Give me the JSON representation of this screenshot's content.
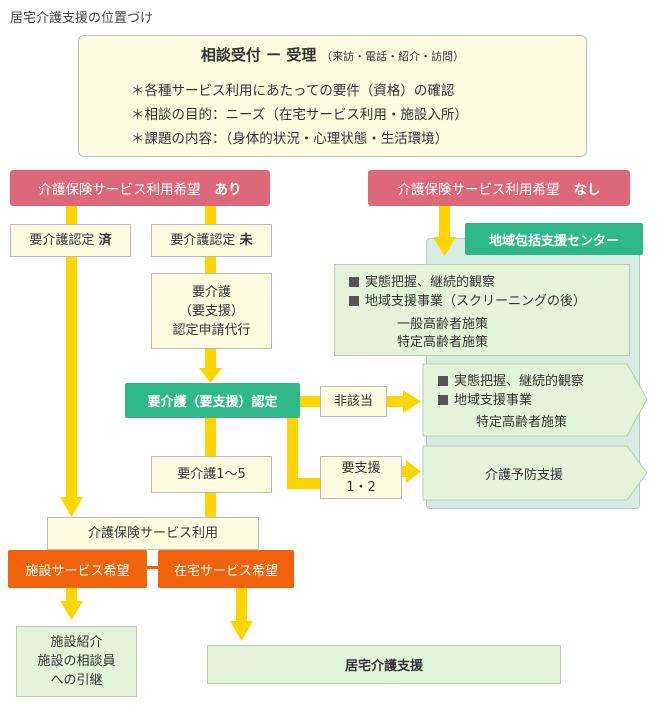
{
  "page_title": "居宅介護支援の位置づけ",
  "intake": {
    "heading": "相談受付 ー 受理",
    "heading_sub": "（来訪・電話・紹介・訪問）",
    "lines": [
      "＊各種サービス利用にあたっての要件（資格）の確認",
      "＊相談の目的：ニーズ（在宅サービス利用・施設入所）",
      "＊課題の内容：（身体的状況・心理状態・生活環境）"
    ]
  },
  "wish_yes": {
    "label": "介護保険サービス利用希望",
    "flag": "あり"
  },
  "wish_no": {
    "label": "介護保険サービス利用希望",
    "flag": "なし"
  },
  "certified": {
    "label": "要介護認定",
    "flag": "済"
  },
  "uncertified": {
    "label": "要介護認定",
    "flag": "未"
  },
  "proxy_application": [
    "要介護",
    "（要支援）",
    "認定申請代行"
  ],
  "regional_center": "地域包括支援センター",
  "center_box": {
    "items": [
      "実態把握、継続的観察",
      "地域支援事業（スクリーニングの後）"
    ],
    "plain": [
      "一般高齢者施策",
      "特定高齢者施策"
    ]
  },
  "certification": "要介護（要支援）認定",
  "not_applicable": "非該当",
  "na_result": {
    "items": [
      "実態把握、継続的観察",
      "地域支援事業"
    ],
    "plain": "特定高齢者施策"
  },
  "care_level": "要介護1〜5",
  "support_level": [
    "要支援",
    "1・2"
  ],
  "prevention_support": "介護予防支援",
  "service_use": "介護保険サービス利用",
  "facility_wish": "施設サービス希望",
  "home_wish": "在宅サービス希望",
  "facility_result": [
    "施設紹介",
    "施設の相談員",
    "への引継"
  ],
  "home_result": "居宅介護支援",
  "colors": {
    "arrow": "#ffd500",
    "pink": "#dc6879",
    "teal": "#2fb98a",
    "orange": "#f0620c",
    "cream": "#fffbe0",
    "green": "#e4f4da"
  }
}
